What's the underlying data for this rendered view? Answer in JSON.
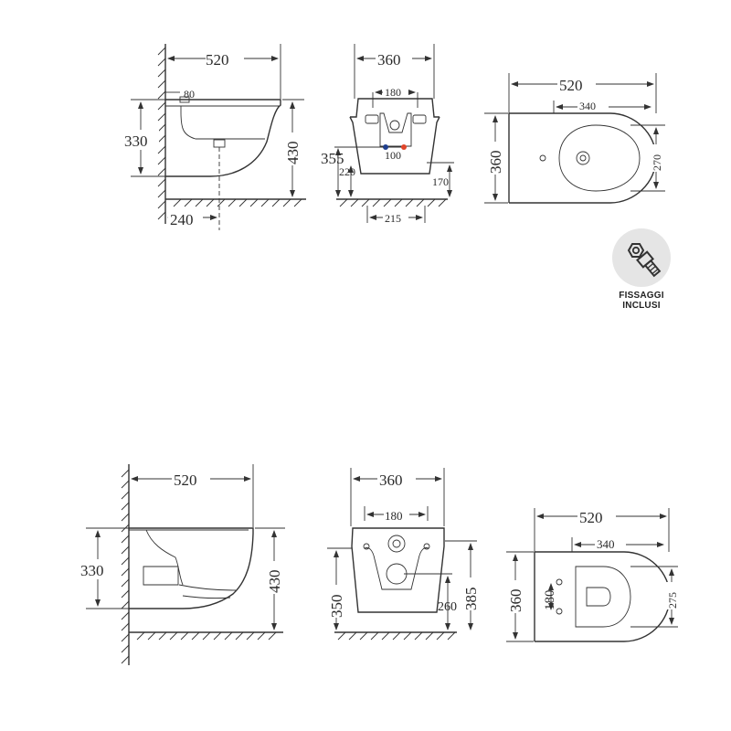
{
  "top_row": {
    "side_view": {
      "width": "520",
      "small_offset": "80",
      "height_rim": "330",
      "height_total": "430",
      "drain_offset": "240"
    },
    "front_view": {
      "width": "360",
      "fixing_spacing": "180",
      "height_355": "355",
      "height_220": "220",
      "tap_spacing": "100",
      "height_170": "170",
      "width_215": "215"
    },
    "top_view": {
      "length": "520",
      "inner_length": "340",
      "width": "360",
      "inner_width": "270"
    }
  },
  "bottom_row": {
    "side_view": {
      "width": "520",
      "height_rim": "330",
      "height_total": "430"
    },
    "front_view": {
      "width": "360",
      "fixing_spacing": "180",
      "height_350": "350",
      "height_260": "260",
      "height_385": "385"
    },
    "top_view": {
      "length": "520",
      "inner_length": "340",
      "width": "360",
      "fixing_spacing": "180",
      "inner_width": "275"
    }
  },
  "badge": {
    "line1": "FISSAGGI",
    "line2": "INCLUSI",
    "icon": "bolt-nut-icon",
    "bg_color": "#e5e5e5"
  },
  "colors": {
    "line": "#333333",
    "cold_dot": "#1f3f8f",
    "hot_dot": "#e0452a"
  }
}
